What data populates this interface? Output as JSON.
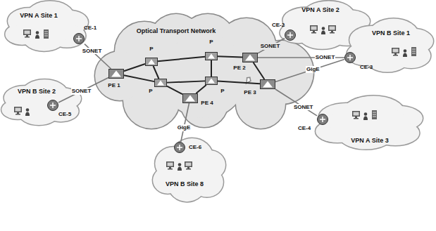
{
  "diagram": {
    "nodes": [
      {
        "text": [
          "VPN A Site 1"
        ]
      },
      {
        "text": [
          "CE-1"
        ]
      },
      {
        "text": [
          "Optical Transport Network"
        ]
      },
      {
        "text": [
          "PE 1"
        ],
        "in": 2
      },
      {
        "text": [
          "P"
        ],
        "in": 2
      },
      {
        "text": [
          "P"
        ],
        "in": 2
      },
      {
        "text": [
          "PE 2"
        ],
        "in": 2
      },
      {
        "text": [
          "P"
        ],
        "in": 2
      },
      {
        "text": [
          "P"
        ],
        "in": 2
      },
      {
        "text": [
          "PE 4"
        ],
        "in": 2
      },
      {
        "text": [
          "PE 3"
        ],
        "in": 2
      },
      {
        "text": [
          "CE-2"
        ]
      },
      {
        "text": [
          "VPN A Site 2"
        ]
      },
      {
        "text": [
          "VPN B Site 1"
        ]
      },
      {
        "text": [
          "CE-3"
        ]
      },
      {
        "text": [
          "VPN B Site 2"
        ]
      },
      {
        "text": [
          "CE-5"
        ]
      },
      {
        "text": [
          "VPN A Site 3"
        ]
      },
      {
        "text": [
          "CE-4"
        ]
      },
      {
        "text": [
          "VPN B Site 8"
        ]
      },
      {
        "text": [
          "CE-6"
        ]
      }
    ],
    "edges": [
      {
        "from": 3,
        "to": 1,
        "label": "SONET",
        "arrow": "none"
      },
      {
        "from": 6,
        "to": 11,
        "label": "SONET",
        "arrow": "none"
      },
      {
        "from": 6,
        "to": 14,
        "label": "SONET",
        "arrow": "none"
      },
      {
        "from": 10,
        "to": 14,
        "label": "GigE",
        "arrow": "none"
      },
      {
        "from": 10,
        "to": 18,
        "label": "SONET",
        "arrow": "none"
      },
      {
        "from": 3,
        "to": 16,
        "label": "SONET",
        "arrow": "none"
      },
      {
        "from": 9,
        "to": 20,
        "label": "GigE",
        "arrow": "none"
      },
      {
        "from": 3,
        "to": 4,
        "arrow": "none"
      },
      {
        "from": 4,
        "to": 5,
        "arrow": "none"
      },
      {
        "from": 5,
        "to": 6,
        "arrow": "none"
      },
      {
        "from": 3,
        "to": 7,
        "arrow": "none"
      },
      {
        "from": 4,
        "to": 7,
        "arrow": "none"
      },
      {
        "from": 5,
        "to": 8,
        "arrow": "none"
      },
      {
        "from": 7,
        "to": 8,
        "arrow": "none"
      },
      {
        "from": 8,
        "to": 10,
        "arrow": "none"
      },
      {
        "from": 6,
        "to": 10,
        "arrow": "none"
      },
      {
        "from": 7,
        "to": 9,
        "arrow": "none"
      },
      {
        "from": 8,
        "to": 9,
        "arrow": "none"
      }
    ]
  }
}
